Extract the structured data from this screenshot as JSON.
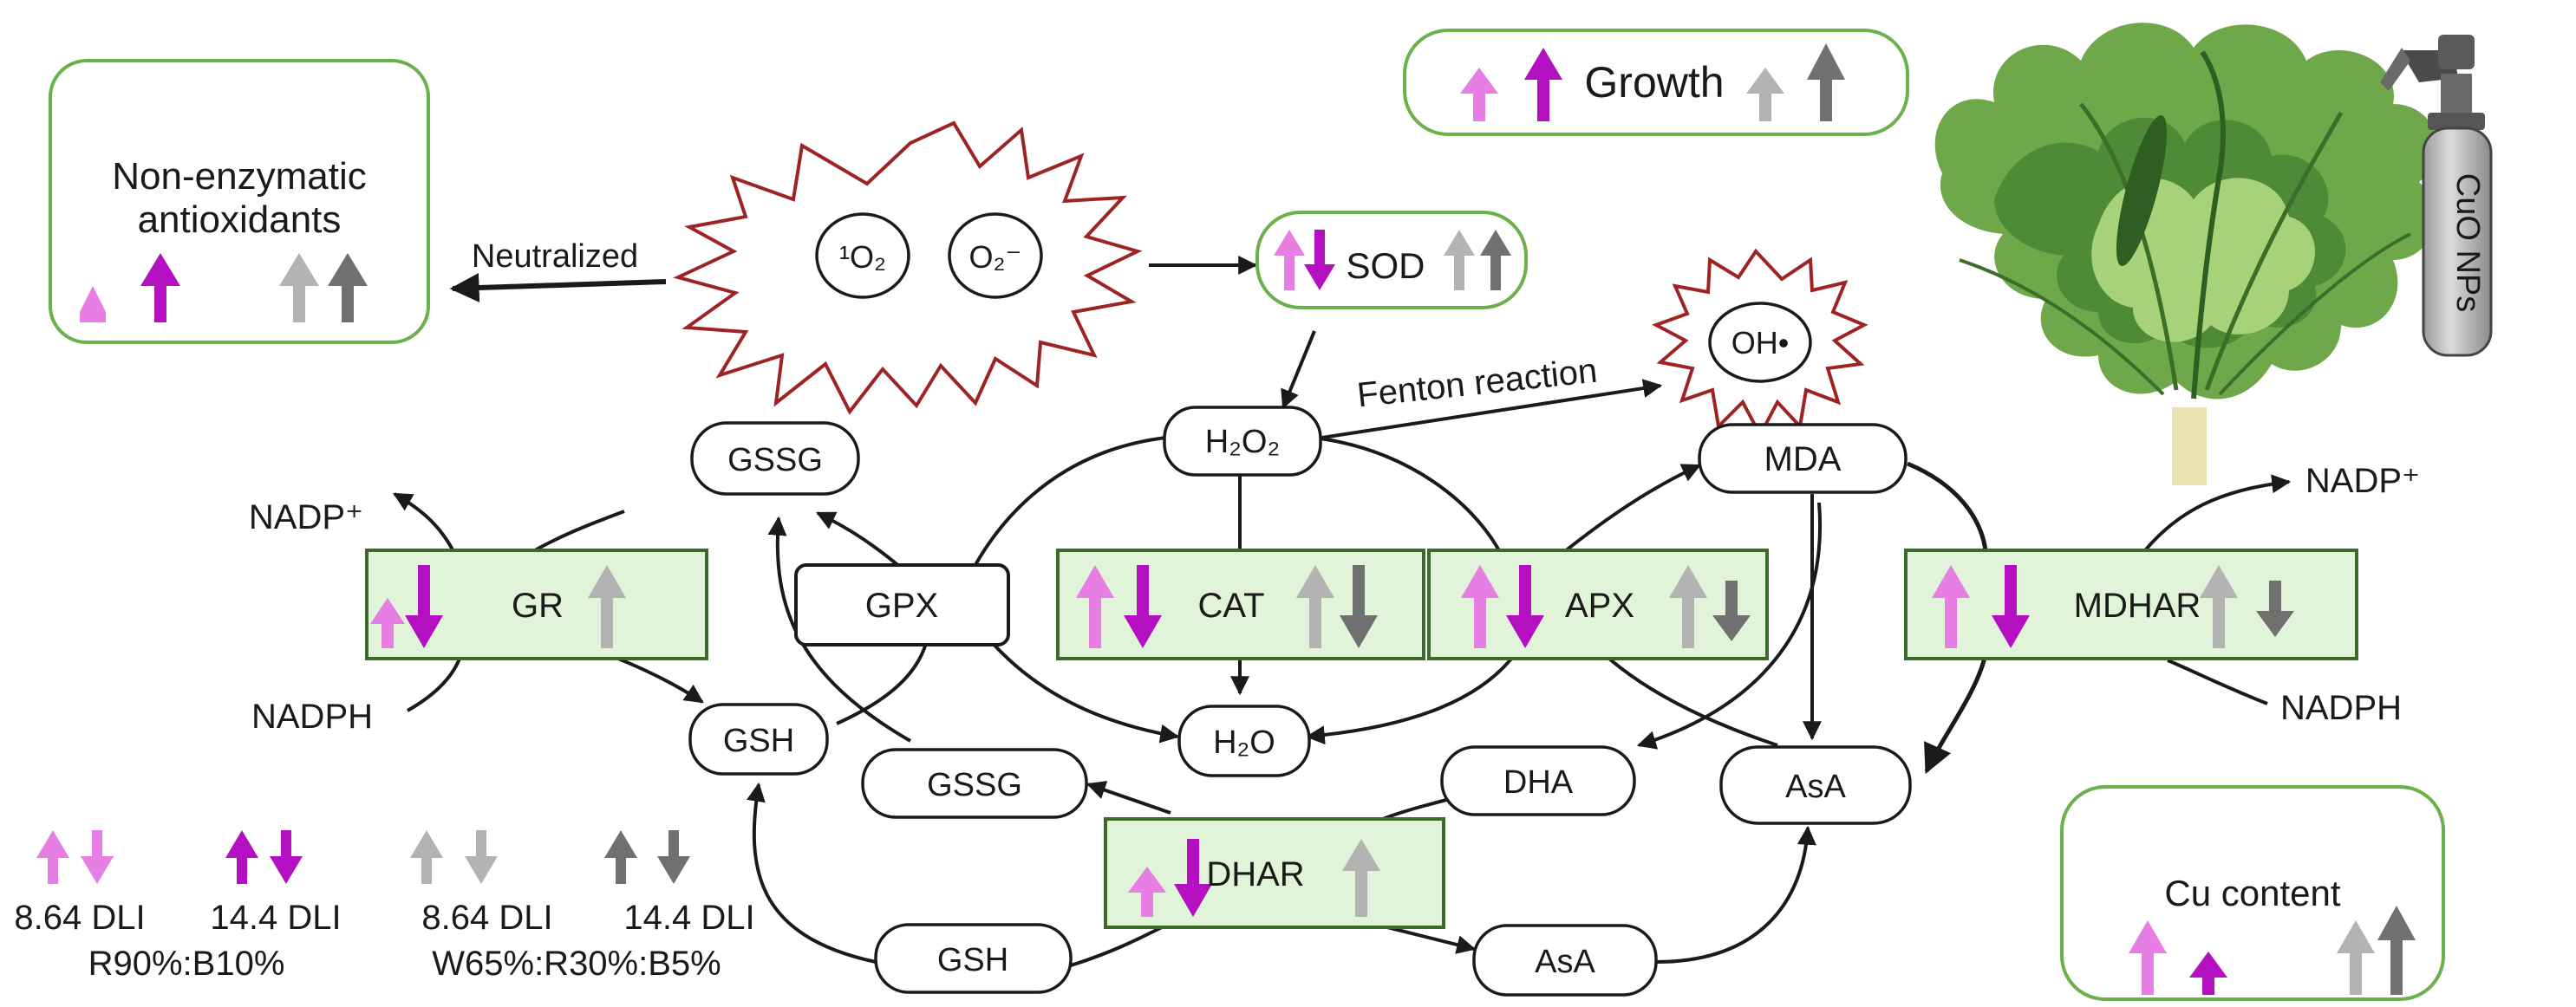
{
  "colors": {
    "light_magenta": "#e67ee3",
    "dark_magenta": "#b40fc0",
    "light_gray": "#b3b3b3",
    "dark_gray": "#707070",
    "box_green_fill": "#e1f3d8",
    "box_green_stroke": "#3a6b2a",
    "outline_green": "#6ab04c",
    "ros_red": "#9e2424"
  },
  "ros": {
    "singlet_oxygen": "¹O₂",
    "superoxide": "O₂⁻",
    "hydroxyl": "OH•"
  },
  "labels": {
    "neutralized": "Neutralized",
    "fenton_reaction": "Fenton reaction",
    "non_enzymatic_line1": "Non-enzymatic",
    "non_enzymatic_line2": "antioxidants",
    "growth": "Growth",
    "cu_content": "Cu content",
    "spray_bottle": "CuO NPs"
  },
  "enzymes": {
    "sod": "SOD",
    "gr": "GR",
    "gpx": "GPX",
    "cat": "CAT",
    "apx": "APX",
    "mdhar": "MDHAR",
    "dhar": "DHAR"
  },
  "metabolites": {
    "h2o2": "H₂O₂",
    "h2o": "H₂O",
    "mda": "MDA",
    "gssg_top": "GSSG",
    "gssg_mid": "GSSG",
    "gsh_left": "GSH",
    "gsh_bottom": "GSH",
    "dha": "DHA",
    "asa_right": "AsA",
    "asa_bottom": "AsA",
    "nadp_left": "NADP⁺",
    "nadph_left": "NADPH",
    "nadp_right": "NADP⁺",
    "nadph_right": "NADPH"
  },
  "legend": [
    {
      "dli": "8.64 DLI",
      "color": "light_magenta"
    },
    {
      "dli": "14.4 DLI",
      "color": "dark_magenta"
    },
    {
      "dli": "8.64 DLI",
      "color": "light_gray"
    },
    {
      "dli": "14.4 DLI",
      "color": "dark_gray"
    }
  ],
  "legend_spectra": [
    "R90%:B10%",
    "W65%:R30%:B5%"
  ],
  "treatment_effects": {
    "non_enzymatic_antioxidants": [
      "up",
      "up",
      "up",
      "up"
    ],
    "growth": [
      "up",
      "up",
      "up",
      "up"
    ],
    "sod": [
      "up",
      "down",
      "up",
      "up"
    ],
    "gr": [
      "up",
      "down",
      "up",
      null
    ],
    "cat": [
      "up",
      "down",
      "up",
      "down"
    ],
    "apx": [
      "up",
      "down",
      "up",
      "down"
    ],
    "mdhar": [
      "up",
      "down",
      "up",
      "down"
    ],
    "dhar": [
      "up",
      "down",
      "up",
      null
    ],
    "cu_content": [
      "up",
      "up",
      "up",
      "up"
    ]
  }
}
